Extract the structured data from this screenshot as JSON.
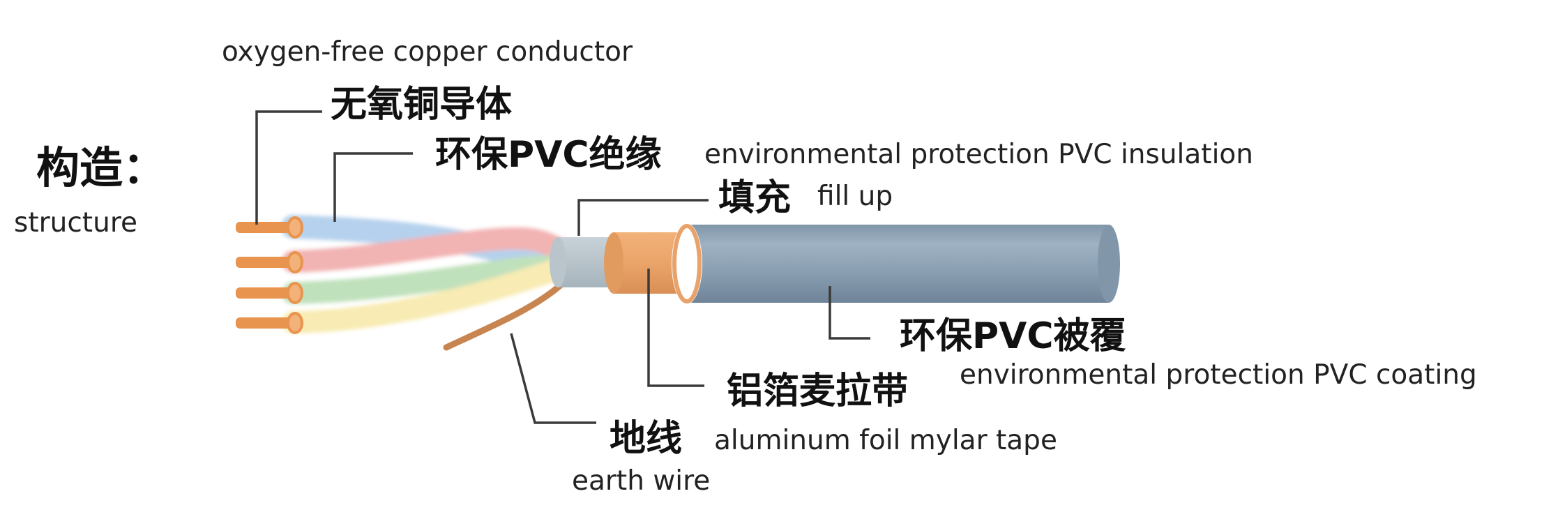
{
  "structure": {
    "zh": "构造：",
    "en": "structure"
  },
  "labels": {
    "conductor": {
      "zh": "无氧铜导体",
      "en": "oxygen-free copper conductor"
    },
    "insulation": {
      "zh": "环保PVC绝缘",
      "en": "environmental protection PVC insulation"
    },
    "fill": {
      "zh": "填充",
      "en": "fill up"
    },
    "coating": {
      "zh": "环保PVC被覆",
      "en": "environmental protection PVC coating"
    },
    "foil": {
      "zh": "铝箔麦拉带",
      "en": "aluminum foil mylar tape"
    },
    "earth": {
      "zh": "地线",
      "en": "earth wire"
    }
  },
  "colors": {
    "jacket": "#8a9fb2",
    "foil": "#eaa46a",
    "copper": "#e8944f",
    "wire_blue": "#a9c9ea",
    "wire_red": "#f0a6a6",
    "wire_green": "#b5dcb0",
    "wire_yellow": "#f7e8a6",
    "leader": "#3a3a3a"
  }
}
